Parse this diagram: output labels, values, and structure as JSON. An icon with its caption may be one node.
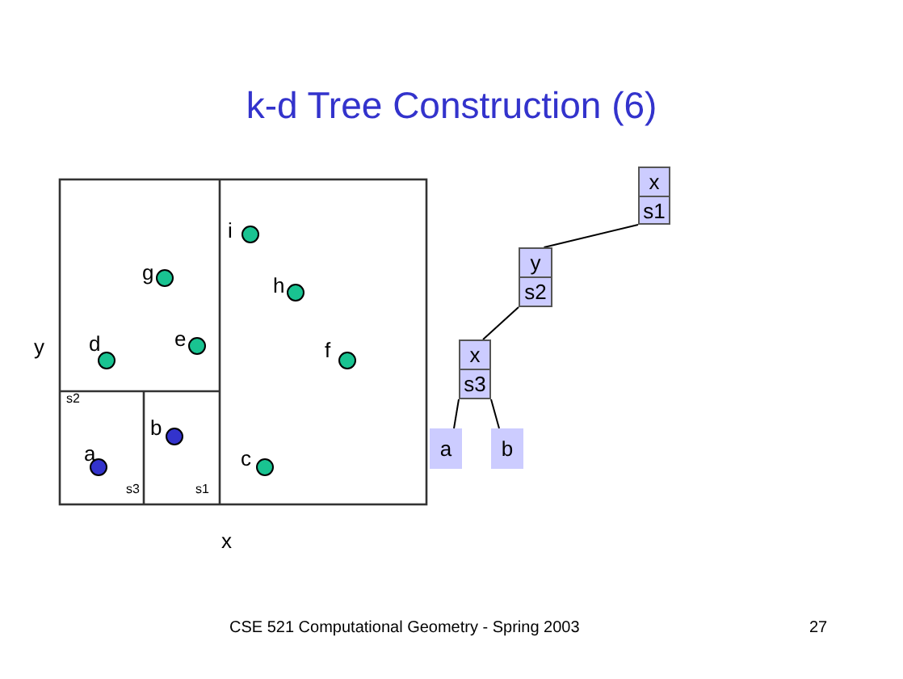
{
  "diagram": {
    "title": "k-d Tree Construction (6)",
    "nodes": [
      {
        "text": [
          "x",
          "s1"
        ]
      },
      {
        "text": [
          "y",
          "s2"
        ]
      },
      {
        "text": [
          "x",
          "s3"
        ]
      },
      {
        "text": [
          "a"
        ]
      },
      {
        "text": [
          "b"
        ]
      }
    ],
    "edges": [
      {
        "from": 0,
        "to": 1,
        "arrow": "none"
      },
      {
        "from": 1,
        "to": 2,
        "arrow": "none"
      },
      {
        "from": 2,
        "to": 3,
        "arrow": "none"
      },
      {
        "from": 2,
        "to": 4,
        "arrow": "none"
      }
    ],
    "labels": [
      "i",
      "g",
      "h",
      "y",
      "d",
      "e",
      "f",
      "s2",
      "b",
      "a",
      "c",
      "s3",
      "s1",
      "x",
      "CSE 521 Computational Geometry - Spring 2003",
      "27"
    ]
  }
}
